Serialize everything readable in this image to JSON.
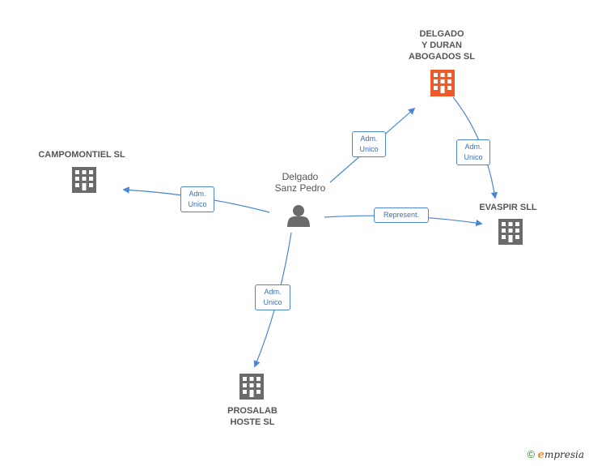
{
  "nodes": {
    "delgado_duran": {
      "label": "DELGADO\nY DURAN\nABOGADOS SL",
      "icon": "building-icon",
      "color": "#f05a28"
    },
    "campomontiel": {
      "label": "CAMPOMONTIEL SL",
      "icon": "building-icon",
      "color": "#6b6b6b"
    },
    "person": {
      "label": "Delgado\nSanz Pedro",
      "icon": "person-icon",
      "color": "#6b6b6b"
    },
    "evaspir": {
      "label": "EVASPIR SLL",
      "icon": "building-icon",
      "color": "#6b6b6b"
    },
    "prosalab": {
      "label": "PROSALAB\nHOSTE SL",
      "icon": "building-icon",
      "color": "#6b6b6b"
    }
  },
  "edges": {
    "person_to_delgado": {
      "label": "Adm.\nUnico"
    },
    "delgado_to_evaspir": {
      "label": "Adm.\nUnico"
    },
    "person_to_campomontiel": {
      "label": "Adm.\nUnico"
    },
    "person_to_evaspir": {
      "label": "Represent."
    },
    "person_to_prosalab": {
      "label": "Adm.\nUnico"
    }
  },
  "colors": {
    "edge": "#4a86d4"
  },
  "footer": {
    "copyright": "©",
    "brand_e": "e",
    "brand_rest": "mpresia"
  }
}
